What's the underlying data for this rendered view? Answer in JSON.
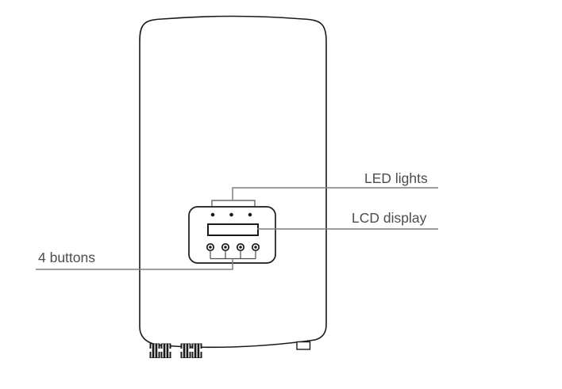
{
  "figure": {
    "labels": {
      "led": "LED lights",
      "lcd": "LCD display",
      "buttons": "4 buttons"
    },
    "led_count": 3,
    "button_count": 4,
    "connector_count": 4,
    "colors": {
      "background": "#ffffff",
      "outline": "#1a1a1a",
      "leader": "#7e7e7e",
      "bracket": "#4d4d4d",
      "label_text": "#4d4d4d"
    }
  }
}
